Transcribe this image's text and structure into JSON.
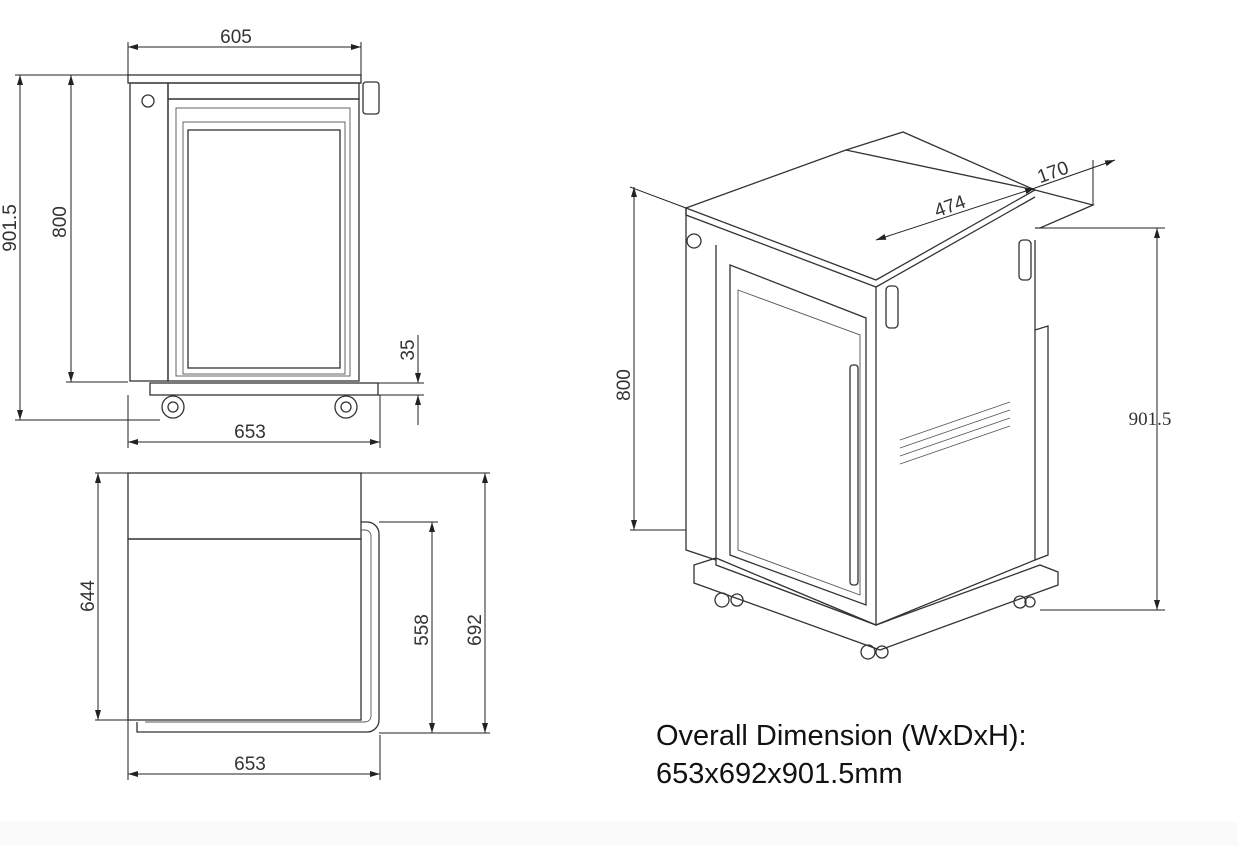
{
  "front_view": {
    "width_top": "605",
    "height_total": "901.5",
    "height_body": "800",
    "base_height": "35",
    "width_base": "653"
  },
  "top_view": {
    "depth_body": "644",
    "depth_inner": "558",
    "depth_total": "692",
    "width": "653"
  },
  "iso_view": {
    "height_body": "800",
    "height_total": "901.5",
    "top_width": "474",
    "side_shelf": "170"
  },
  "caption": {
    "line1": "Overall Dimension (WxDxH):",
    "line2": "653x692x901.5mm"
  }
}
